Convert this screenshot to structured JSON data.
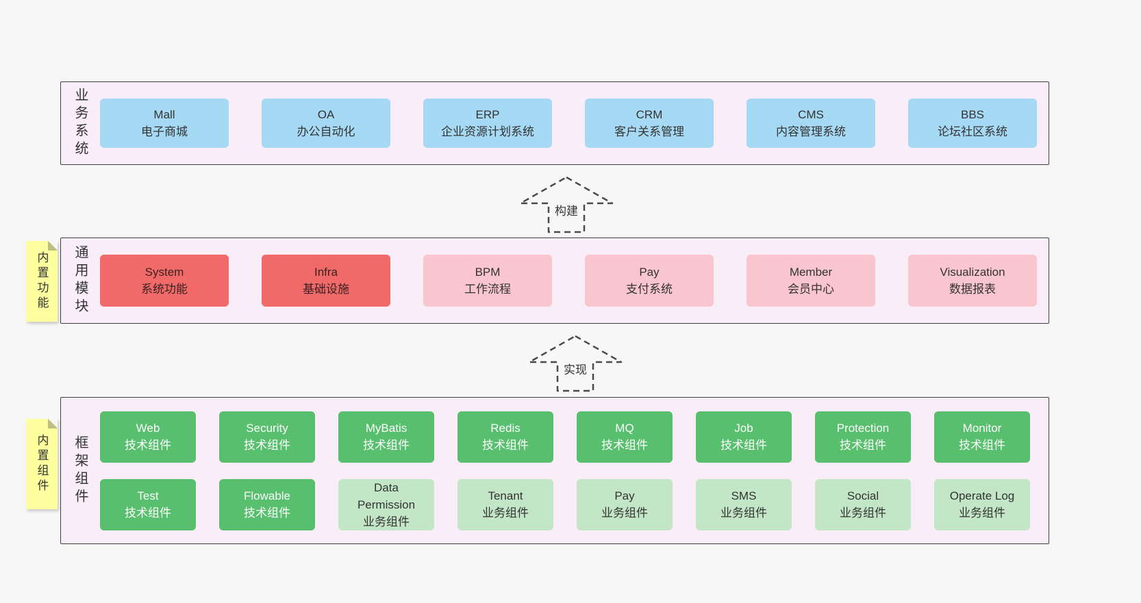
{
  "colors": {
    "page_background": "#f7f7f7",
    "panel_background": "#f9eef7",
    "panel_border": "#3f3f3f",
    "blue_box": "#a6d9f3",
    "red_box": "#f16a6a",
    "pink_box": "#f9c5cf",
    "green_dark_box": "#57bf6d",
    "green_light_box": "#c2e6c6",
    "tag_background": "#feff9e"
  },
  "sections": {
    "business": {
      "side_label": "业务系统",
      "boxes": [
        {
          "title": "Mall",
          "subtitle": "电子商城"
        },
        {
          "title": "OA",
          "subtitle": "办公自动化"
        },
        {
          "title": "ERP",
          "subtitle": "企业资源计划系统"
        },
        {
          "title": "CRM",
          "subtitle": "客户关系管理"
        },
        {
          "title": "CMS",
          "subtitle": "内容管理系统"
        },
        {
          "title": "BBS",
          "subtitle": "论坛社区系统"
        }
      ]
    },
    "modules": {
      "side_label": "通用模块",
      "tag": "内置功能",
      "boxes": [
        {
          "title": "System",
          "subtitle": "系统功能",
          "variant": "red"
        },
        {
          "title": "Infra",
          "subtitle": "基础设施",
          "variant": "red"
        },
        {
          "title": "BPM",
          "subtitle": "工作流程",
          "variant": "pink"
        },
        {
          "title": "Pay",
          "subtitle": "支付系统",
          "variant": "pink"
        },
        {
          "title": "Member",
          "subtitle": "会员中心",
          "variant": "pink"
        },
        {
          "title": "Visualization",
          "subtitle": "数据报表",
          "variant": "pink"
        }
      ]
    },
    "components": {
      "side_label": "框架组件",
      "tag": "内置组件",
      "row1": [
        {
          "title": "Web",
          "subtitle": "技术组件",
          "variant": "green-dark"
        },
        {
          "title": "Security",
          "subtitle": "技术组件",
          "variant": "green-dark"
        },
        {
          "title": "MyBatis",
          "subtitle": "技术组件",
          "variant": "green-dark"
        },
        {
          "title": "Redis",
          "subtitle": "技术组件",
          "variant": "green-dark"
        },
        {
          "title": "MQ",
          "subtitle": "技术组件",
          "variant": "green-dark"
        },
        {
          "title": "Job",
          "subtitle": "技术组件",
          "variant": "green-dark"
        },
        {
          "title": "Protection",
          "subtitle": "技术组件",
          "variant": "green-dark"
        },
        {
          "title": "Monitor",
          "subtitle": "技术组件",
          "variant": "green-dark"
        }
      ],
      "row2": [
        {
          "title": "Test",
          "subtitle": "技术组件",
          "variant": "green-dark"
        },
        {
          "title": "Flowable",
          "subtitle": "技术组件",
          "variant": "green-dark"
        },
        {
          "title": "Data Permission",
          "subtitle": "业务组件",
          "variant": "green-light"
        },
        {
          "title": "Tenant",
          "subtitle": "业务组件",
          "variant": "green-light"
        },
        {
          "title": "Pay",
          "subtitle": "业务组件",
          "variant": "green-light"
        },
        {
          "title": "SMS",
          "subtitle": "业务组件",
          "variant": "green-light"
        },
        {
          "title": "Social",
          "subtitle": "业务组件",
          "variant": "green-light"
        },
        {
          "title": "Operate Log",
          "subtitle": "业务组件",
          "variant": "green-light"
        }
      ]
    }
  },
  "arrows": {
    "build": "构建",
    "implement": "实现"
  }
}
